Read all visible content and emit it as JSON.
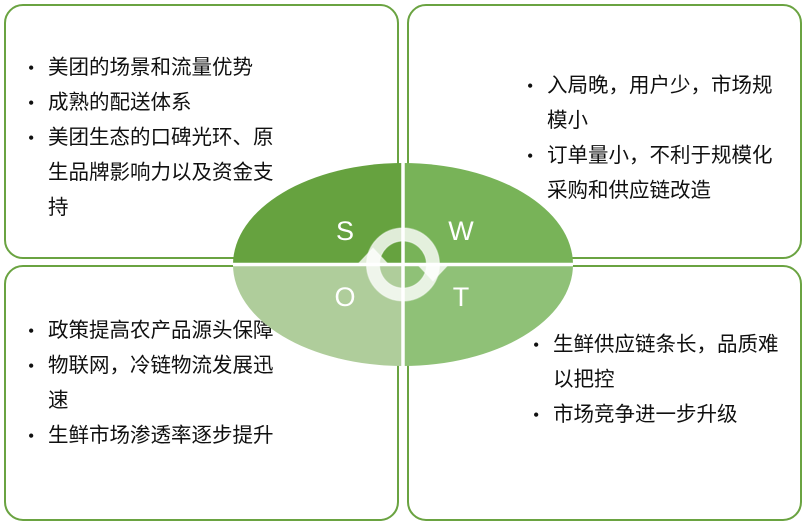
{
  "diagram": {
    "title": "SWOT",
    "type": "swot-matrix",
    "colors": {
      "box_border": "#6aa341",
      "strengths_fill": "#66a23f",
      "weaknesses_fill": "#78b358",
      "opportunities_fill": "#afcd9b",
      "threats_fill": "#8fc177",
      "divider": "#ffffff",
      "letter_color": "#ffffff",
      "text_color": "#101010",
      "background": "#ffffff"
    },
    "center": {
      "icon": "refresh-cycle-arrows-icon",
      "letters": {
        "strengths": "S",
        "weaknesses": "W",
        "opportunities": "O",
        "threats": "T"
      }
    },
    "quadrants": {
      "strengths": {
        "letter": "S",
        "items": [
          "美团的场景和流量优势",
          "成熟的配送体系",
          "美团生态的口碑光环、原生品牌影响力以及资金支持"
        ]
      },
      "weaknesses": {
        "letter": "W",
        "items": [
          "入局晚，用户少，市场规模小",
          "订单量小，不利于规模化采购和供应链改造"
        ]
      },
      "opportunities": {
        "letter": "O",
        "items": [
          "政策提高农产品源头保障",
          "物联网，冷链物流发展迅速",
          "生鲜市场渗透率逐步提升"
        ]
      },
      "threats": {
        "letter": "T",
        "items": [
          "生鲜供应链条长，品质难以把控",
          "市场竞争进一步升级"
        ]
      }
    }
  }
}
